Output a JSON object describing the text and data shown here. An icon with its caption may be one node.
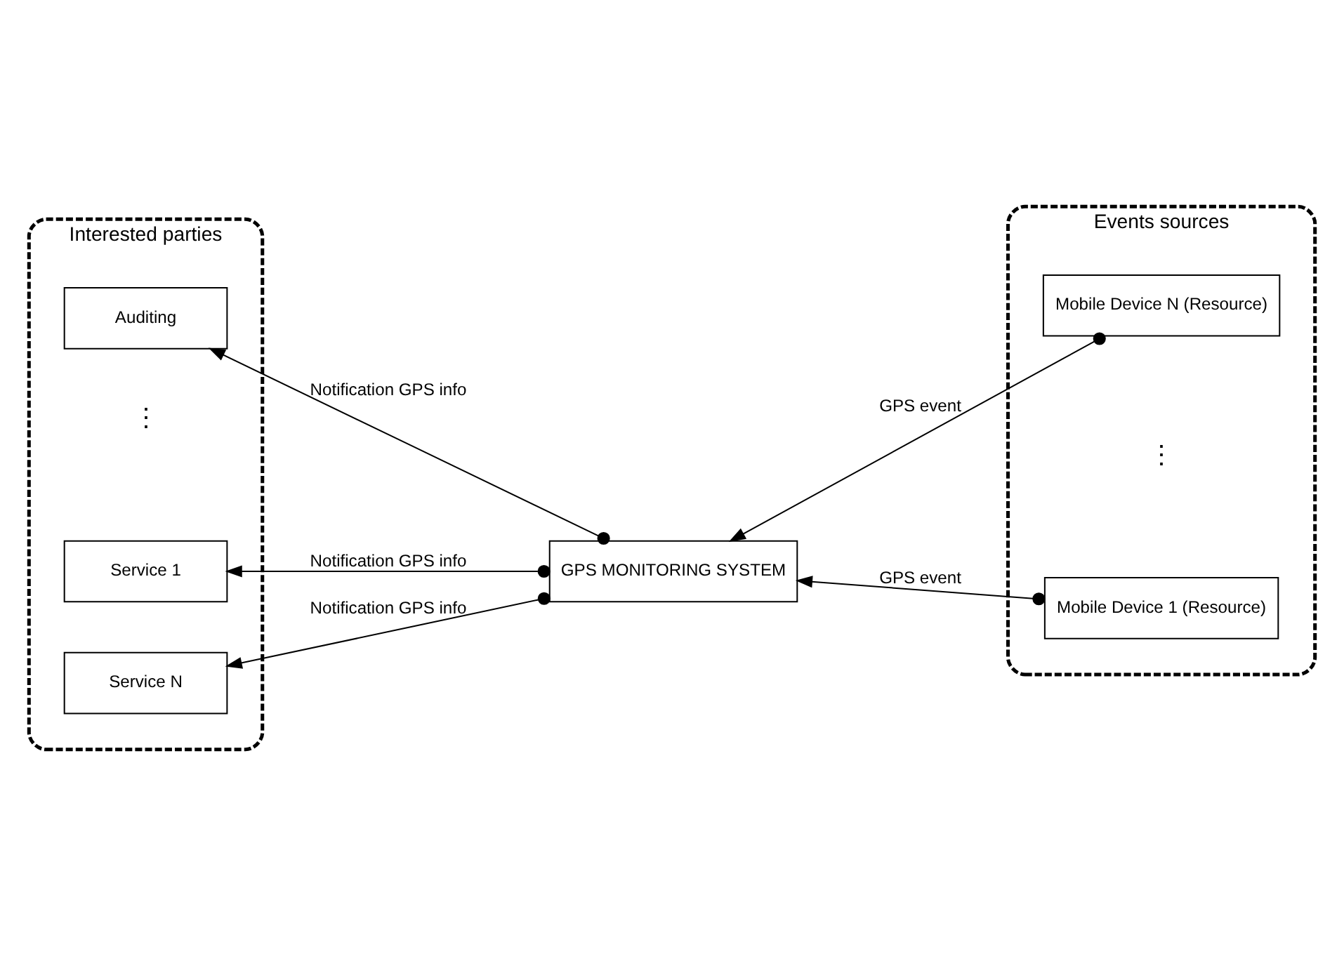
{
  "diagram": {
    "nodes": [
      {
        "text": [
          "Interested parties"
        ]
      },
      {
        "text": [
          "Auditing"
        ],
        "in": 0
      },
      {
        "text": [
          "Service 1"
        ],
        "in": 0
      },
      {
        "text": [
          "Service N"
        ],
        "in": 0
      },
      {
        "text": [
          "Events sources"
        ]
      },
      {
        "text": [
          "Mobile Device 1 (Resource)"
        ],
        "in": 4
      },
      {
        "text": [
          "Mobile Device N (Resource)"
        ],
        "in": 4
      },
      {
        "text": [
          "GPS MONITORING SYSTEM"
        ]
      }
    ],
    "edges": [
      {
        "from": 7,
        "to": 1,
        "arrow": "to",
        "label": "Notification GPS info"
      },
      {
        "from": 7,
        "to": 2,
        "arrow": "to",
        "label": "Notification GPS info"
      },
      {
        "from": 7,
        "to": 3,
        "arrow": "to",
        "label": "Notification GPS info"
      },
      {
        "from": 5,
        "to": 7,
        "arrow": "to",
        "label": "GPS event"
      },
      {
        "from": 6,
        "to": 7,
        "arrow": "to",
        "label": "GPS event"
      }
    ],
    "labels": [
      "⋮",
      "⋮"
    ]
  }
}
